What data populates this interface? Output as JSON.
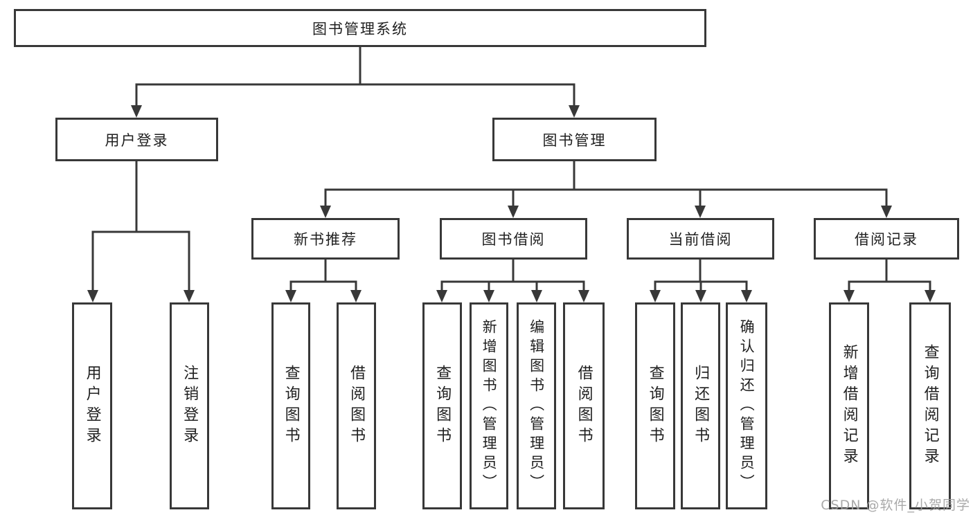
{
  "title": "图书管理系统",
  "branches": [
    {
      "label": "用户登录",
      "children": [
        {
          "label": "用户登录"
        },
        {
          "label": "注销登录"
        }
      ]
    },
    {
      "label": "图书管理",
      "children": [
        {
          "label": "新书推荐",
          "children": [
            {
              "label": "查询图书"
            },
            {
              "label": "借阅图书"
            }
          ]
        },
        {
          "label": "图书借阅",
          "children": [
            {
              "label": "查询图书"
            },
            {
              "label": "新增图书（管理员）"
            },
            {
              "label": "编辑图书（管理员）"
            },
            {
              "label": "借阅图书"
            }
          ]
        },
        {
          "label": "当前借阅",
          "children": [
            {
              "label": "查询图书"
            },
            {
              "label": "归还图书"
            },
            {
              "label": "确认归还（管理员）"
            }
          ]
        },
        {
          "label": "借阅记录",
          "children": [
            {
              "label": "新增借阅记录"
            },
            {
              "label": "查询借阅记录"
            }
          ]
        }
      ]
    }
  ],
  "watermark": "CSDN @软件_小贺同学",
  "colors": {
    "line": "#383838",
    "text": "#1f1f1f",
    "watermark": "#a0a0a0",
    "background": "#ffffff"
  }
}
